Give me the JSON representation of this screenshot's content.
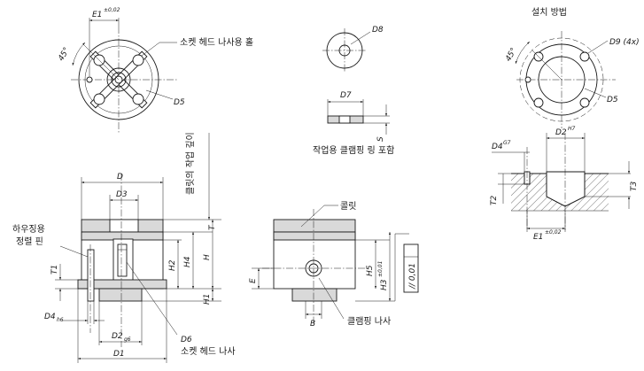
{
  "labels": {
    "e1_top": "E1",
    "e1_top_tol": "±0,02",
    "angle_top": "45°",
    "socket_hole": "소켓 헤드 나사용 홀",
    "d5_top": "D5",
    "d8": "D8",
    "d7": "D7",
    "s": "S",
    "clamping_ring_note": "작업용 클램핑 링 포함",
    "install_title": "설치 방법",
    "angle_install": "45°",
    "d9": "D9 (4x)",
    "d5_install": "D5",
    "d4": "D4",
    "d4_tol": "G7",
    "d2": "D2",
    "d2_tol": "H7",
    "t2": "T2",
    "t3": "T3",
    "e1_bottom": "E1",
    "e1_bottom_tol": "±0,02",
    "d": "D",
    "d3": "D3",
    "t": "T",
    "h2": "H2",
    "h4": "H4",
    "h": "H",
    "h1": "H1",
    "t1": "T1",
    "d4_h6": "D4",
    "d4_h6_tol": "h6",
    "d2_g6": "D2",
    "d2_g6_tol": "g6",
    "d1": "D1",
    "d6": "D6",
    "socket_screw": "소켓 헤드 나사",
    "pin_line1": "하우징용",
    "pin_line2": "정렬 핀",
    "ring_depth": "클릿의 작업 깊이",
    "collet": "콜릿",
    "e": "E",
    "h5": "H5",
    "h3": "H3",
    "h3_tol": "±0,01",
    "b": "B",
    "clamping_screw": "클램핑 나사",
    "parallel": "// 0,01"
  }
}
